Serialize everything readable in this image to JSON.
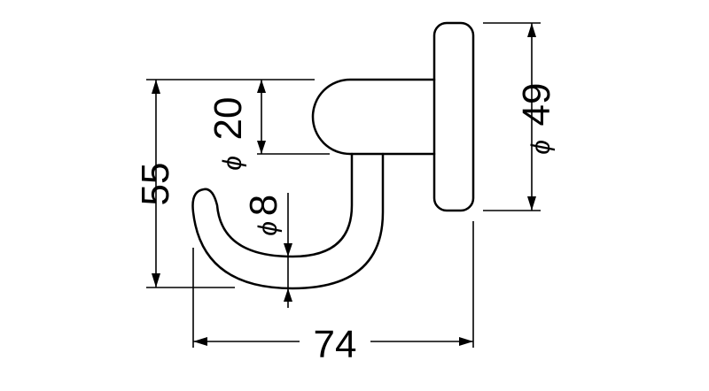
{
  "dimensions": {
    "width": "74",
    "height": "55",
    "arm_diameter": "20",
    "rod_diameter": "8",
    "base_diameter": "49",
    "diameter_symbol": "ϕ"
  },
  "colors": {
    "line": "#000000",
    "background": "#ffffff"
  }
}
